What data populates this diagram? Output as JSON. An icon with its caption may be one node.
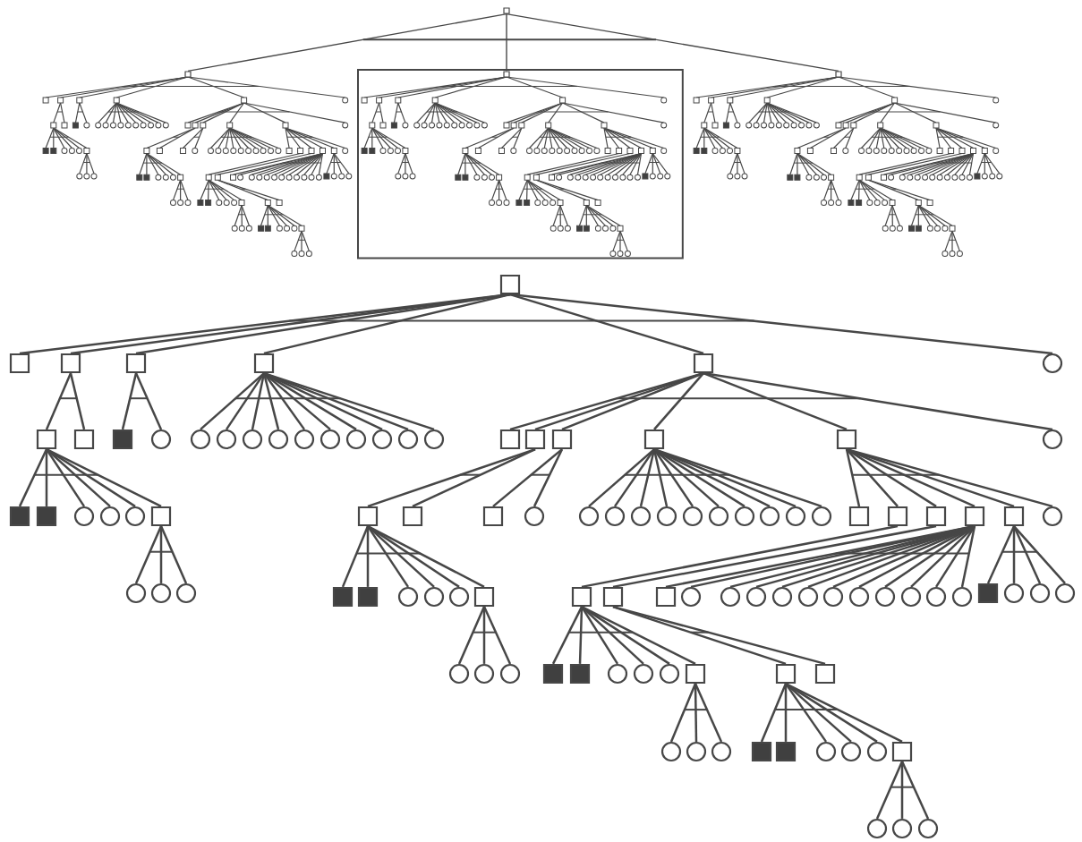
{
  "diagram": {
    "nodes": [
      {
        "text": [],
        "shape": "box"
      },
      {
        "text": [],
        "shape": "box"
      },
      {
        "text": [],
        "shape": "box"
      },
      {
        "text": [],
        "shape": "box",
        "in": 2
      },
      {
        "text": [],
        "shape": "box"
      },
      {
        "text": [],
        "shape": "box"
      },
      {
        "text": [],
        "shape": "box"
      },
      {
        "text": [],
        "shape": "box"
      },
      {
        "text": [],
        "shape": "box"
      },
      {
        "text": [],
        "shape": "box"
      },
      {
        "text": [],
        "shape": "box"
      },
      {
        "text": [],
        "shape": "circle"
      },
      {
        "text": [],
        "shape": "box"
      },
      {
        "text": [],
        "shape": "box"
      },
      {
        "text": [],
        "shape": "box"
      },
      {
        "text": [],
        "shape": "circle"
      },
      {
        "text": [],
        "shape": "circle"
      },
      {
        "text": [],
        "shape": "circle"
      },
      {
        "text": [],
        "shape": "circle"
      },
      {
        "text": [],
        "shape": "circle"
      },
      {
        "text": [],
        "shape": "circle"
      },
      {
        "text": [],
        "shape": "circle"
      },
      {
        "text": [],
        "shape": "circle"
      },
      {
        "text": [],
        "shape": "circle"
      },
      {
        "text": [],
        "shape": "circle"
      },
      {
        "text": [],
        "shape": "circle"
      },
      {
        "text": [],
        "shape": "box"
      },
      {
        "text": [],
        "shape": "box"
      },
      {
        "text": [],
        "shape": "box"
      },
      {
        "text": [],
        "shape": "box"
      },
      {
        "text": [],
        "shape": "box"
      },
      {
        "text": [],
        "shape": "circle"
      },
      {
        "text": [],
        "shape": "box"
      },
      {
        "text": [],
        "shape": "box"
      },
      {
        "text": [],
        "shape": "circle"
      },
      {
        "text": [],
        "shape": "circle"
      },
      {
        "text": [],
        "shape": "circle"
      },
      {
        "text": [],
        "shape": "box"
      },
      {
        "text": [],
        "shape": "box"
      },
      {
        "text": [],
        "shape": "box"
      },
      {
        "text": [],
        "shape": "box"
      },
      {
        "text": [],
        "shape": "circle"
      },
      {
        "text": [],
        "shape": "circle"
      },
      {
        "text": [],
        "shape": "circle"
      },
      {
        "text": [],
        "shape": "circle"
      },
      {
        "text": [],
        "shape": "circle"
      },
      {
        "text": [],
        "shape": "circle"
      },
      {
        "text": [],
        "shape": "circle"
      },
      {
        "text": [],
        "shape": "circle"
      },
      {
        "text": [],
        "shape": "circle"
      },
      {
        "text": [],
        "shape": "circle"
      },
      {
        "text": [],
        "shape": "circle"
      },
      {
        "text": [],
        "shape": "box"
      },
      {
        "text": [],
        "shape": "box"
      },
      {
        "text": [],
        "shape": "box"
      },
      {
        "text": [],
        "shape": "box"
      },
      {
        "text": [],
        "shape": "box"
      },
      {
        "text": [],
        "shape": "circle"
      },
      {
        "text": [],
        "shape": "circle"
      },
      {
        "text": [],
        "shape": "circle"
      },
      {
        "text": [],
        "shape": "circle"
      },
      {
        "text": [],
        "shape": "box"
      },
      {
        "text": [],
        "shape": "box"
      },
      {
        "text": [],
        "shape": "circle"
      },
      {
        "text": [],
        "shape": "circle"
      },
      {
        "text": [],
        "shape": "circle"
      },
      {
        "text": [],
        "shape": "box"
      },
      {
        "text": [],
        "shape": "box"
      },
      {
        "text": [],
        "shape": "box"
      },
      {
        "text": [],
        "shape": "box"
      },
      {
        "text": [],
        "shape": "circle"
      },
      {
        "text": [],
        "shape": "circle"
      },
      {
        "text": [],
        "shape": "circle"
      },
      {
        "text": [],
        "shape": "circle"
      },
      {
        "text": [],
        "shape": "circle"
      },
      {
        "text": [],
        "shape": "circle"
      },
      {
        "text": [],
        "shape": "circle"
      },
      {
        "text": [],
        "shape": "circle"
      },
      {
        "text": [],
        "shape": "circle"
      },
      {
        "text": [],
        "shape": "circle"
      },
      {
        "text": [],
        "shape": "circle"
      },
      {
        "text": [],
        "shape": "box"
      },
      {
        "text": [],
        "shape": "circle"
      },
      {
        "text": [],
        "shape": "circle"
      },
      {
        "text": [],
        "shape": "circle"
      },
      {
        "text": [],
        "shape": "circle"
      },
      {
        "text": [],
        "shape": "circle"
      },
      {
        "text": [],
        "shape": "circle"
      },
      {
        "text": [],
        "shape": "box"
      },
      {
        "text": [],
        "shape": "box"
      },
      {
        "text": [],
        "shape": "circle"
      },
      {
        "text": [],
        "shape": "circle"
      },
      {
        "text": [],
        "shape": "circle"
      },
      {
        "text": [],
        "shape": "box"
      },
      {
        "text": [],
        "shape": "box"
      },
      {
        "text": [],
        "shape": "box"
      },
      {
        "text": [],
        "shape": "circle"
      },
      {
        "text": [],
        "shape": "circle"
      },
      {
        "text": [],
        "shape": "circle"
      },
      {
        "text": [],
        "shape": "box"
      },
      {
        "text": [],
        "shape": "box"
      },
      {
        "text": [],
        "shape": "circle"
      },
      {
        "text": [],
        "shape": "circle"
      },
      {
        "text": [],
        "shape": "circle"
      },
      {
        "text": [],
        "shape": "box"
      },
      {
        "text": [],
        "shape": "circle"
      },
      {
        "text": [],
        "shape": "circle"
      },
      {
        "text": [],
        "shape": "circle"
      }
    ],
    "edges": [
      {
        "from": 0,
        "to": 1,
        "arrow": "none"
      },
      {
        "from": 0,
        "to": 3,
        "arrow": "none"
      },
      {
        "from": 0,
        "to": 4,
        "arrow": "none"
      },
      {
        "from": 5,
        "to": 6,
        "arrow": "none"
      },
      {
        "from": 5,
        "to": 7,
        "arrow": "none"
      },
      {
        "from": 5,
        "to": 8,
        "arrow": "none"
      },
      {
        "from": 5,
        "to": 9,
        "arrow": "none"
      },
      {
        "from": 5,
        "to": 10,
        "arrow": "none"
      },
      {
        "from": 5,
        "to": 11,
        "arrow": "none"
      },
      {
        "from": 7,
        "to": 12,
        "arrow": "none"
      },
      {
        "from": 7,
        "to": 13,
        "arrow": "none"
      },
      {
        "from": 8,
        "to": 14,
        "arrow": "none"
      },
      {
        "from": 8,
        "to": 15,
        "arrow": "none"
      },
      {
        "from": 9,
        "to": 16,
        "arrow": "none"
      },
      {
        "from": 9,
        "to": 17,
        "arrow": "none"
      },
      {
        "from": 9,
        "to": 18,
        "arrow": "none"
      },
      {
        "from": 9,
        "to": 19,
        "arrow": "none"
      },
      {
        "from": 9,
        "to": 20,
        "arrow": "none"
      },
      {
        "from": 9,
        "to": 21,
        "arrow": "none"
      },
      {
        "from": 9,
        "to": 22,
        "arrow": "none"
      },
      {
        "from": 9,
        "to": 23,
        "arrow": "none"
      },
      {
        "from": 9,
        "to": 24,
        "arrow": "none"
      },
      {
        "from": 9,
        "to": 25,
        "arrow": "none"
      },
      {
        "from": 10,
        "to": 26,
        "arrow": "none"
      },
      {
        "from": 10,
        "to": 27,
        "arrow": "none"
      },
      {
        "from": 10,
        "to": 28,
        "arrow": "none"
      },
      {
        "from": 10,
        "to": 29,
        "arrow": "none"
      },
      {
        "from": 10,
        "to": 30,
        "arrow": "none"
      },
      {
        "from": 10,
        "to": 31,
        "arrow": "none"
      },
      {
        "from": 12,
        "to": 32,
        "arrow": "none"
      },
      {
        "from": 12,
        "to": 33,
        "arrow": "none"
      },
      {
        "from": 12,
        "to": 34,
        "arrow": "none"
      },
      {
        "from": 12,
        "to": 35,
        "arrow": "none"
      },
      {
        "from": 12,
        "to": 36,
        "arrow": "none"
      },
      {
        "from": 12,
        "to": 37,
        "arrow": "none"
      },
      {
        "from": 37,
        "to": 58,
        "arrow": "none"
      },
      {
        "from": 37,
        "to": 59,
        "arrow": "none"
      },
      {
        "from": 37,
        "to": 60,
        "arrow": "none"
      },
      {
        "from": 27,
        "to": 38,
        "arrow": "none"
      },
      {
        "from": 27,
        "to": 39,
        "arrow": "none"
      },
      {
        "from": 28,
        "to": 40,
        "arrow": "none"
      },
      {
        "from": 28,
        "to": 41,
        "arrow": "none"
      },
      {
        "from": 29,
        "to": 42,
        "arrow": "none"
      },
      {
        "from": 29,
        "to": 43,
        "arrow": "none"
      },
      {
        "from": 29,
        "to": 44,
        "arrow": "none"
      },
      {
        "from": 29,
        "to": 45,
        "arrow": "none"
      },
      {
        "from": 29,
        "to": 46,
        "arrow": "none"
      },
      {
        "from": 29,
        "to": 47,
        "arrow": "none"
      },
      {
        "from": 29,
        "to": 48,
        "arrow": "none"
      },
      {
        "from": 29,
        "to": 49,
        "arrow": "none"
      },
      {
        "from": 29,
        "to": 50,
        "arrow": "none"
      },
      {
        "from": 29,
        "to": 51,
        "arrow": "none"
      },
      {
        "from": 30,
        "to": 52,
        "arrow": "none"
      },
      {
        "from": 30,
        "to": 53,
        "arrow": "none"
      },
      {
        "from": 30,
        "to": 54,
        "arrow": "none"
      },
      {
        "from": 30,
        "to": 55,
        "arrow": "none"
      },
      {
        "from": 30,
        "to": 56,
        "arrow": "none"
      },
      {
        "from": 30,
        "to": 57,
        "arrow": "none"
      },
      {
        "from": 38,
        "to": 61,
        "arrow": "none"
      },
      {
        "from": 38,
        "to": 62,
        "arrow": "none"
      },
      {
        "from": 38,
        "to": 63,
        "arrow": "none"
      },
      {
        "from": 38,
        "to": 64,
        "arrow": "none"
      },
      {
        "from": 38,
        "to": 65,
        "arrow": "none"
      },
      {
        "from": 38,
        "to": 66,
        "arrow": "none"
      },
      {
        "from": 66,
        "to": 85,
        "arrow": "none"
      },
      {
        "from": 66,
        "to": 86,
        "arrow": "none"
      },
      {
        "from": 66,
        "to": 87,
        "arrow": "none"
      },
      {
        "from": 53,
        "to": 67,
        "arrow": "none"
      },
      {
        "from": 54,
        "to": 68,
        "arrow": "none"
      },
      {
        "from": 55,
        "to": 69,
        "arrow": "none"
      },
      {
        "from": 55,
        "to": 70,
        "arrow": "none"
      },
      {
        "from": 55,
        "to": 71,
        "arrow": "none"
      },
      {
        "from": 55,
        "to": 72,
        "arrow": "none"
      },
      {
        "from": 55,
        "to": 73,
        "arrow": "none"
      },
      {
        "from": 55,
        "to": 74,
        "arrow": "none"
      },
      {
        "from": 55,
        "to": 75,
        "arrow": "none"
      },
      {
        "from": 55,
        "to": 76,
        "arrow": "none"
      },
      {
        "from": 55,
        "to": 77,
        "arrow": "none"
      },
      {
        "from": 55,
        "to": 78,
        "arrow": "none"
      },
      {
        "from": 55,
        "to": 79,
        "arrow": "none"
      },
      {
        "from": 55,
        "to": 80,
        "arrow": "none"
      },
      {
        "from": 56,
        "to": 81,
        "arrow": "none"
      },
      {
        "from": 56,
        "to": 82,
        "arrow": "none"
      },
      {
        "from": 56,
        "to": 83,
        "arrow": "none"
      },
      {
        "from": 56,
        "to": 84,
        "arrow": "none"
      },
      {
        "from": 67,
        "to": 88,
        "arrow": "none"
      },
      {
        "from": 67,
        "to": 89,
        "arrow": "none"
      },
      {
        "from": 67,
        "to": 90,
        "arrow": "none"
      },
      {
        "from": 67,
        "to": 91,
        "arrow": "none"
      },
      {
        "from": 67,
        "to": 92,
        "arrow": "none"
      },
      {
        "from": 67,
        "to": 93,
        "arrow": "none"
      },
      {
        "from": 68,
        "to": 94,
        "arrow": "none"
      },
      {
        "from": 68,
        "to": 95,
        "arrow": "none"
      },
      {
        "from": 93,
        "to": 96,
        "arrow": "none"
      },
      {
        "from": 93,
        "to": 97,
        "arrow": "none"
      },
      {
        "from": 93,
        "to": 98,
        "arrow": "none"
      },
      {
        "from": 94,
        "to": 99,
        "arrow": "none"
      },
      {
        "from": 94,
        "to": 100,
        "arrow": "none"
      },
      {
        "from": 94,
        "to": 101,
        "arrow": "none"
      },
      {
        "from": 94,
        "to": 102,
        "arrow": "none"
      },
      {
        "from": 94,
        "to": 103,
        "arrow": "none"
      },
      {
        "from": 94,
        "to": 104,
        "arrow": "none"
      },
      {
        "from": 104,
        "to": 105,
        "arrow": "none"
      },
      {
        "from": 104,
        "to": 106,
        "arrow": "none"
      },
      {
        "from": 104,
        "to": 107,
        "arrow": "none"
      }
    ]
  }
}
